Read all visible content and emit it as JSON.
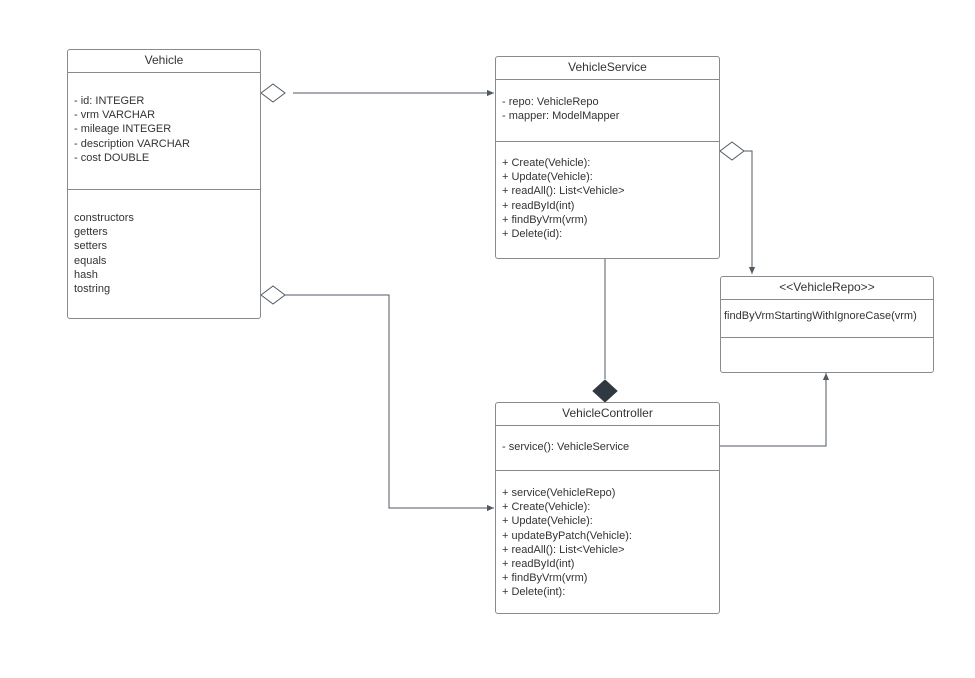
{
  "classes": {
    "vehicle": {
      "name": "Vehicle",
      "attributes": [
        "- id: INTEGER",
        "- vrm VARCHAR",
        "- mileage INTEGER",
        "- description VARCHAR",
        "- cost DOUBLE"
      ],
      "methods": [
        "constructors",
        "getters",
        "setters",
        "equals",
        "hash",
        "tostring"
      ]
    },
    "vehicle_service": {
      "name": "VehicleService",
      "attributes": [
        "- repo: VehicleRepo",
        "- mapper: ModelMapper"
      ],
      "methods": [
        "+ Create(Vehicle):",
        "+ Update(Vehicle):",
        "+ readAll(): List<Vehicle>",
        "+ readById(int)",
        "+ findByVrm(vrm)",
        "+ Delete(id):"
      ]
    },
    "vehicle_repo": {
      "name": "<<VehicleRepo>>",
      "attributes": [
        "findByVrmStartingWithIgnoreCase(vrm)"
      ],
      "methods": []
    },
    "vehicle_controller": {
      "name": "VehicleController",
      "attributes": [
        "- service(): VehicleService"
      ],
      "methods": [
        "+ service(VehicleRepo)",
        "+ Create(Vehicle):",
        "+ Update(Vehicle):",
        "+ updateByPatch(Vehicle):",
        "+ readAll(): List<Vehicle>",
        "+ readById(int)",
        "+ findByVrm(vrm)",
        "+ Delete(int):"
      ]
    }
  },
  "relations": [
    {
      "from": "Vehicle",
      "to": "VehicleService",
      "kind": "aggregation"
    },
    {
      "from": "Vehicle",
      "to": "VehicleController",
      "kind": "aggregation"
    },
    {
      "from": "VehicleService",
      "to": "<<VehicleRepo>>",
      "kind": "aggregation"
    },
    {
      "from": "VehicleService",
      "to": "VehicleController",
      "kind": "composition"
    },
    {
      "from": "VehicleController",
      "to": "<<VehicleRepo>>",
      "kind": "association"
    }
  ],
  "colors": {
    "border": "#8a8a8a",
    "line": "#505a66",
    "composition_fill": "#2f3942",
    "text": "#333333"
  }
}
